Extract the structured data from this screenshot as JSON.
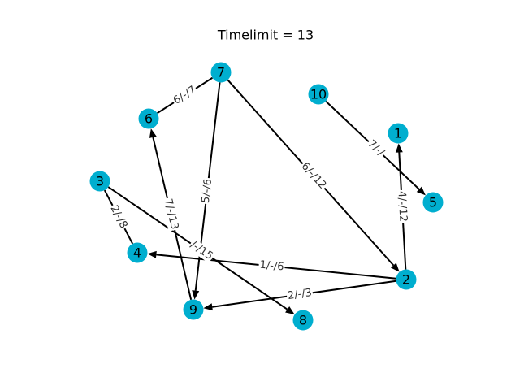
{
  "title": "Timelimit = 13",
  "colors": {
    "node": "#00aecf",
    "edge": "#000000",
    "edge_label": "#333333"
  },
  "nodes": [
    {
      "id": "1",
      "label": "1"
    },
    {
      "id": "2",
      "label": "2"
    },
    {
      "id": "3",
      "label": "3"
    },
    {
      "id": "4",
      "label": "4"
    },
    {
      "id": "5",
      "label": "5"
    },
    {
      "id": "6",
      "label": "6"
    },
    {
      "id": "7",
      "label": "7"
    },
    {
      "id": "8",
      "label": "8"
    },
    {
      "id": "9",
      "label": "9"
    },
    {
      "id": "10",
      "label": "10"
    }
  ],
  "edges": [
    {
      "from": "7",
      "to": "6",
      "label": "6/-/7",
      "directed": false
    },
    {
      "from": "7",
      "to": "9",
      "label": "5/-/6",
      "directed": true
    },
    {
      "from": "7",
      "to": "2",
      "label": "6/-/12",
      "directed": true
    },
    {
      "from": "10",
      "to": "5",
      "label": "7/-/",
      "directed": true
    },
    {
      "from": "2",
      "to": "1",
      "label": "4/-/12",
      "directed": true
    },
    {
      "from": "9",
      "to": "6",
      "label": "7/-/13",
      "directed": true
    },
    {
      "from": "3",
      "to": "4",
      "label": "2/-/8",
      "directed": false
    },
    {
      "from": "2",
      "to": "4",
      "label": "1/-/6",
      "directed": true
    },
    {
      "from": "3",
      "to": "8",
      "label": "/-/15",
      "directed": true
    },
    {
      "from": "2",
      "to": "9",
      "label": "2/-/3",
      "directed": true
    }
  ]
}
